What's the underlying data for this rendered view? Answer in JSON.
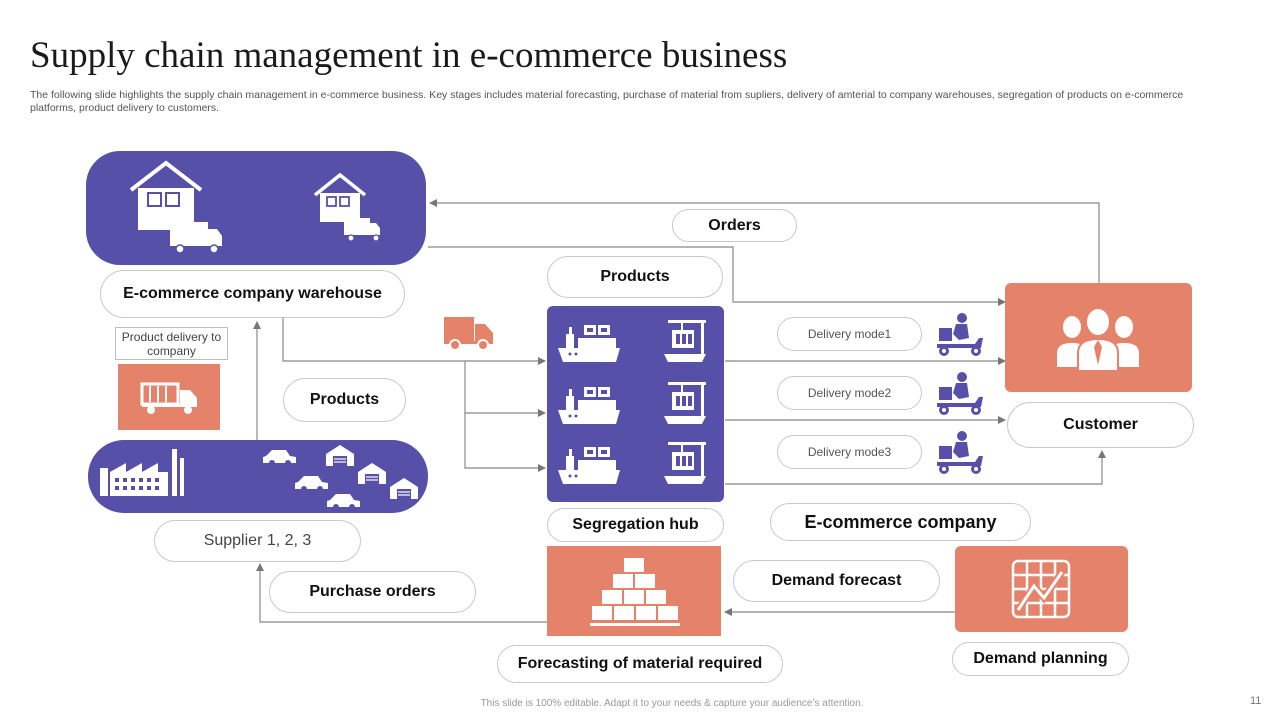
{
  "title": "Supply chain management in e-commerce business",
  "subtitle": "The following slide highlights the supply chain management in e-commerce business. Key stages includes material forecasting, purchase of material from supliers, delivery of amterial to company warehouses, segregation of products on e-commerce platforms, product delivery to customers.",
  "labels": {
    "orders": "Orders",
    "products_top": "Products",
    "warehouse": "E-commerce company warehouse",
    "product_delivery": "Product delivery to company",
    "products_left": "Products",
    "supplier": "Supplier 1, 2, 3",
    "purchase_orders": "Purchase orders",
    "segregation_hub": "Segregation hub",
    "ecommerce_company": "E-commerce company",
    "demand_forecast": "Demand forecast",
    "forecasting": "Forecasting of material required",
    "demand_planning": "Demand planning",
    "customer": "Customer",
    "delivery_mode1": "Delivery mode1",
    "delivery_mode2": "Delivery mode2",
    "delivery_mode3": "Delivery mode3"
  },
  "footer": "This slide is 100% editable.  Adapt it to your needs & capture your audience’s attention.",
  "page_number": "11",
  "colors": {
    "purple": "#5650a8",
    "orange": "#e5836a",
    "arrow": "#777777"
  }
}
